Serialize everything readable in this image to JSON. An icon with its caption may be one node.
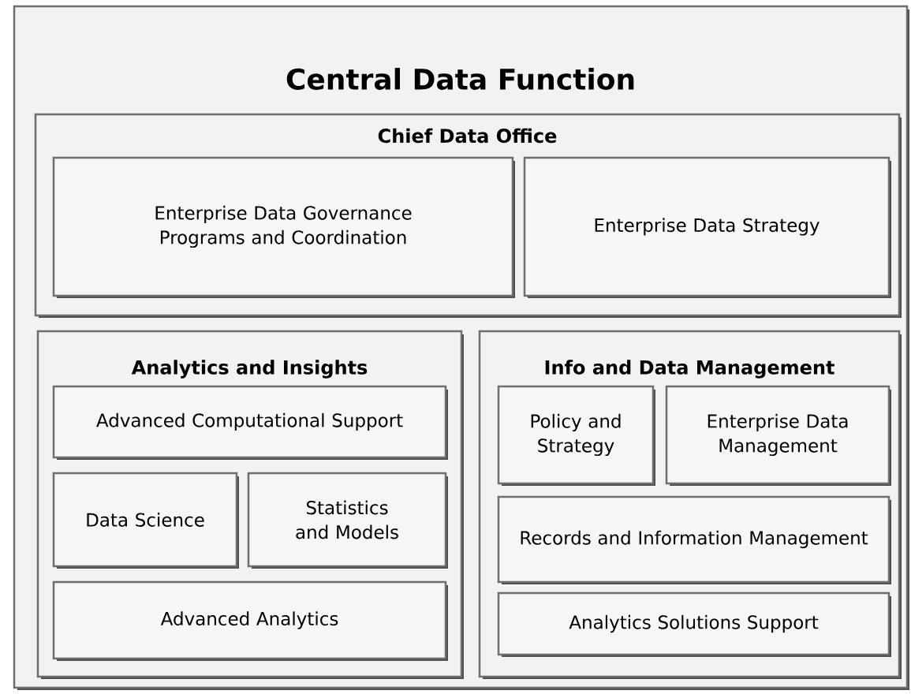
{
  "diagram": {
    "nodes": [
      {
        "text": [
          "Central Data Function"
        ]
      },
      {
        "text": [
          "Chief Data Office"
        ],
        "in": 0
      },
      {
        "text": [
          "Enterprise Data Governance Programs and Coordination"
        ],
        "in": 1
      },
      {
        "text": [
          "Enterprise Data Strategy"
        ],
        "in": 1
      },
      {
        "text": [
          "Analytics and Insights"
        ],
        "in": 0
      },
      {
        "text": [
          "Advanced Computational Support"
        ],
        "in": 4
      },
      {
        "text": [
          "Data Science"
        ],
        "in": 4
      },
      {
        "text": [
          "Statistics and Models"
        ],
        "in": 4
      },
      {
        "text": [
          "Advanced Analytics"
        ],
        "in": 4
      },
      {
        "text": [
          "Info and Data Management"
        ],
        "in": 0
      },
      {
        "text": [
          "Policy and Strategy"
        ],
        "in": 9
      },
      {
        "text": [
          "Enterprise Data Management"
        ],
        "in": 9
      },
      {
        "text": [
          "Records and Information Management"
        ],
        "in": 9
      },
      {
        "text": [
          "Analytics Solutions Support"
        ],
        "in": 9
      }
    ]
  }
}
